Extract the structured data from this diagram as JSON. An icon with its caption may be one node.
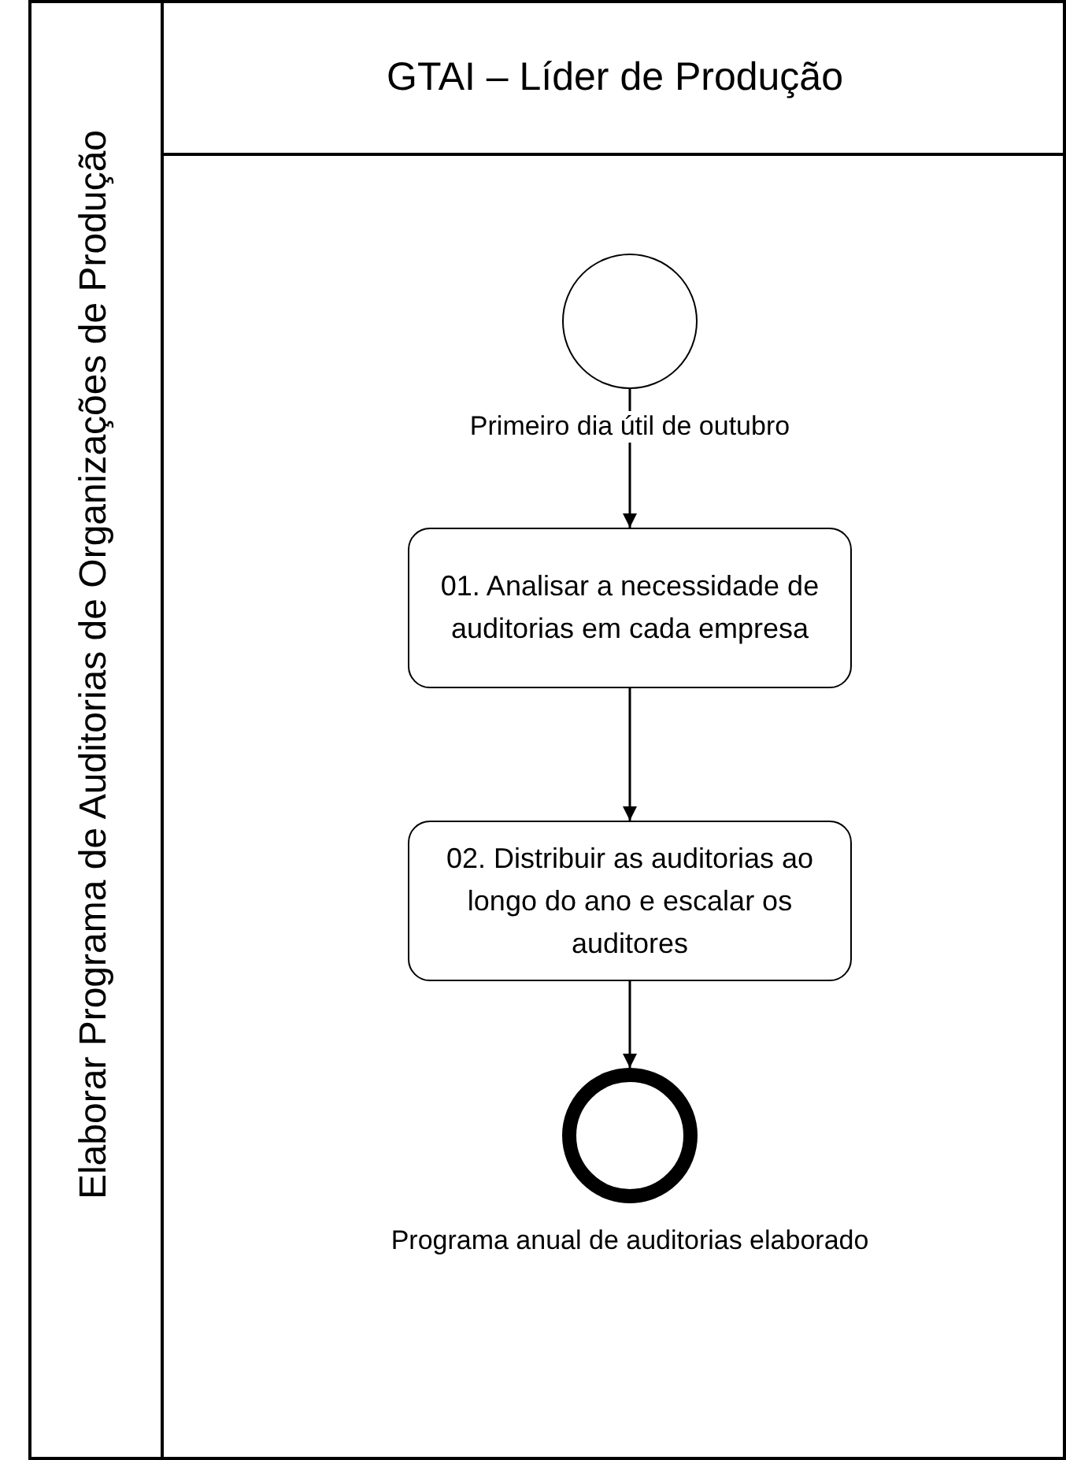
{
  "diagram": {
    "nodes": [
      {
        "text": [
          "Elaborar Programa de Auditorias de Organizações de Produção"
        ]
      },
      {
        "text": [
          "GTAI – Líder de Produção"
        ],
        "in": 0
      },
      {
        "text": [],
        "shape": "circle",
        "beside": [
          "Primeiro dia útil de outubro"
        ],
        "in": 1
      },
      {
        "text": [
          "01. Analisar a necessidade de auditorias em cada empresa"
        ],
        "in": 1
      },
      {
        "text": [
          "02. Distribuir as auditorias ao longo do ano e escalar os auditores"
        ],
        "in": 1
      },
      {
        "text": [],
        "shape": "circle",
        "beside": [
          "Programa anual de auditorias elaborado"
        ],
        "in": 1
      }
    ],
    "edges": [
      {
        "from": 2,
        "to": 3,
        "arrow": "to"
      },
      {
        "from": 3,
        "to": 4,
        "arrow": "to"
      },
      {
        "from": 4,
        "to": 5,
        "arrow": "to"
      }
    ]
  }
}
